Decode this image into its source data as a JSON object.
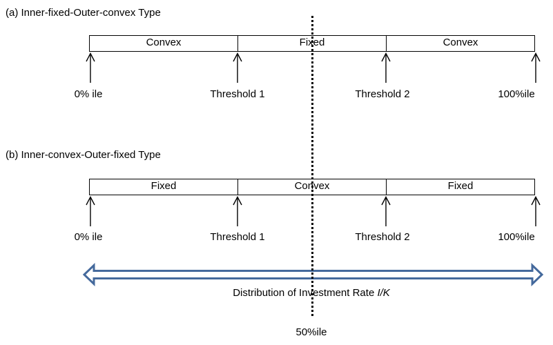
{
  "colors": {
    "line": "#000000",
    "distribution_arrow_stroke": "#44699C",
    "distribution_arrow_fill": "#ffffff",
    "background": "#ffffff"
  },
  "sections": [
    {
      "title": "(a) Inner-fixed-Outer-convex Type",
      "segments": [
        "Convex",
        "Fixed",
        "Convex"
      ],
      "markers": [
        "0% ile",
        "Threshold 1",
        "Threshold 2",
        "100%ile"
      ]
    },
    {
      "title": "(b) Inner-convex-Outer-fixed Type",
      "segments": [
        "Fixed",
        "Convex",
        "Fixed"
      ],
      "markers": [
        "0% ile",
        "Threshold 1",
        "Threshold 2",
        "100%ile"
      ]
    }
  ],
  "axis": {
    "label_prefix": "Distribution of Investment Rate ",
    "label_italic": "I/K",
    "median_label": "50%ile"
  }
}
